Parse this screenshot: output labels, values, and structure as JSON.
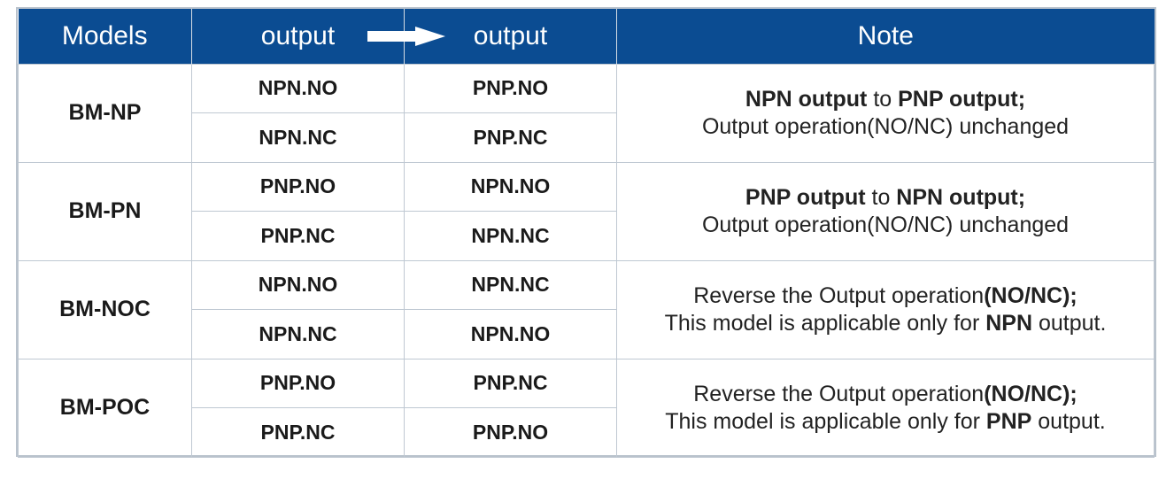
{
  "header": {
    "models": "Models",
    "output_from": "output",
    "output_to": "output",
    "note": "Note"
  },
  "colors": {
    "header_bg": "#0b4c92",
    "header_text": "#ffffff",
    "border": "#bfc8d2"
  },
  "icons": {
    "header_arrow": "right-arrow-icon"
  },
  "rows": [
    {
      "model": "BM-NP",
      "pairs": [
        {
          "from": "NPN.NO",
          "to": "PNP.NO"
        },
        {
          "from": "NPN.NC",
          "to": "PNP.NC"
        }
      ],
      "note": {
        "b1": "NPN output",
        "t1": " to ",
        "b2": "PNP output",
        "b3": ";",
        "line2a": "Output operation(NO/NC) unchanged",
        "b4": "",
        "line2b": ""
      }
    },
    {
      "model": "BM-PN",
      "pairs": [
        {
          "from": "PNP.NO",
          "to": "NPN.NO"
        },
        {
          "from": "PNP.NC",
          "to": "NPN.NC"
        }
      ],
      "note": {
        "b1": "PNP output",
        "t1": " to ",
        "b2": "NPN output",
        "b3": ";",
        "line2a": "Output operation(NO/NC) unchanged",
        "b4": "",
        "line2b": ""
      }
    },
    {
      "model": "BM-NOC",
      "pairs": [
        {
          "from": "NPN.NO",
          "to": "NPN.NC"
        },
        {
          "from": "NPN.NC",
          "to": "NPN.NO"
        }
      ],
      "note": {
        "b1": "",
        "t1": "Reverse the Output operation",
        "b2": "(NO/NC);",
        "b3": "",
        "line2a": "This model is applicable only for ",
        "b4": "NPN",
        "line2b": " output."
      }
    },
    {
      "model": "BM-POC",
      "pairs": [
        {
          "from": "PNP.NO",
          "to": "PNP.NC"
        },
        {
          "from": "PNP.NC",
          "to": "PNP.NO"
        }
      ],
      "note": {
        "b1": "",
        "t1": "Reverse the Output operation",
        "b2": "(NO/NC);",
        "b3": "",
        "line2a": "This model is applicable only for ",
        "b4": "PNP",
        "line2b": " output."
      }
    }
  ]
}
